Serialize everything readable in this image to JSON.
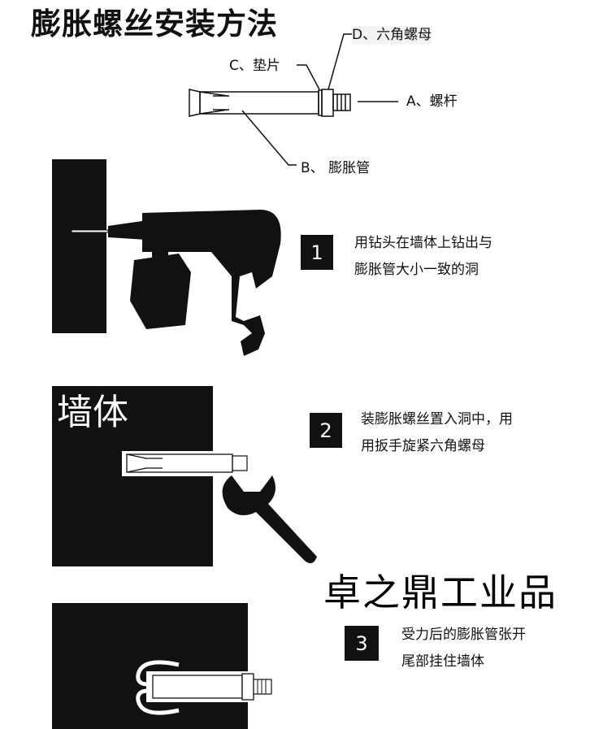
{
  "title": "膨胀螺丝安装方法",
  "parts": {
    "d": "D、六角螺母",
    "c": "C、垫片",
    "a": "A、螺杆",
    "b": "B、 膨胀管"
  },
  "steps": [
    {
      "number": "1",
      "lines": [
        "用钻头在墙体上钻出与",
        "膨胀管大小一致的洞"
      ]
    },
    {
      "number": "2",
      "lines": [
        "装膨胀螺丝置入洞中，用",
        "用扳手旋紧六角螺母"
      ]
    },
    {
      "number": "3",
      "lines": [
        "受力后的膨胀管张开",
        "尾部挂住墙体"
      ]
    }
  ],
  "wall_label": "墙体",
  "watermark": "卓之鼎工业品",
  "colors": {
    "ink": "#111111",
    "background": "#ffffff"
  }
}
